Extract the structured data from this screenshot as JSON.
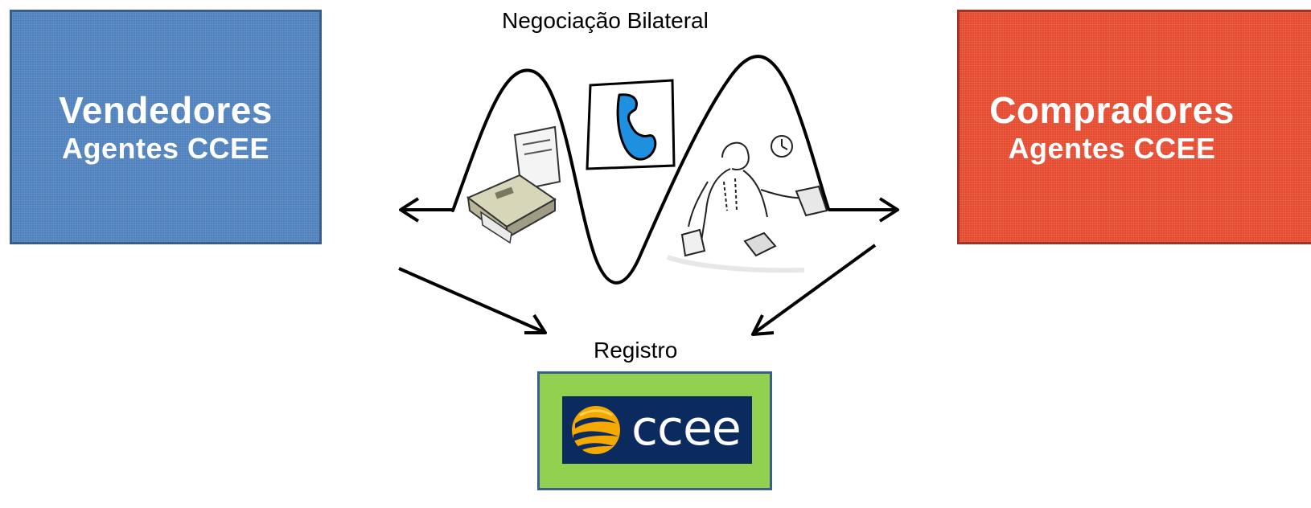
{
  "sellers": {
    "title": "Vendedores",
    "subtitle": "Agentes CCEE",
    "color": "#4f81bd"
  },
  "buyers": {
    "title": "Compradores",
    "subtitle": "Agentes CCEE",
    "color": "#e64a2e"
  },
  "negotiation": {
    "label": "Negociação Bilateral"
  },
  "registry": {
    "label": "Registro",
    "logo_text": "ccee",
    "box_color": "#92d050",
    "logo_bg": "#0b2a5e"
  },
  "icons": [
    "fax-machine-icon",
    "telephone-icon",
    "office-worker-icon"
  ]
}
